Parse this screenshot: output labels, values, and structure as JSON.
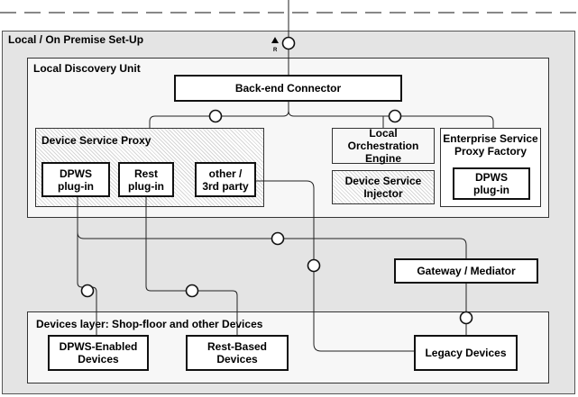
{
  "sections": {
    "local_setup": "Local / On Premise Set-Up",
    "discovery_unit": "Local Discovery Unit",
    "device_proxy": "Device Service Proxy",
    "devices_layer": "Devices layer: Shop-floor and other Devices"
  },
  "components": {
    "backend_connector": "Back-end Connector",
    "dpws_plugin": [
      "DPWS",
      "plug-in"
    ],
    "rest_plugin": [
      "Rest",
      "plug-in"
    ],
    "other_plugin": [
      "other /",
      "3rd party"
    ],
    "orchestration_engine": [
      "Local Orchestration",
      "Engine"
    ],
    "service_injector": [
      "Device Service",
      "Injector"
    ],
    "enterprise_factory": [
      "Enterprise Service",
      "Proxy Factory"
    ],
    "factory_dpws_plugin": [
      "DPWS",
      "plug-in"
    ],
    "gateway": "Gateway / Mediator",
    "dpws_devices": [
      "DPWS-Enabled",
      "Devices"
    ],
    "rest_devices": [
      "Rest-Based",
      "Devices"
    ],
    "legacy_devices": "Legacy Devices"
  },
  "interface_marker": "R"
}
